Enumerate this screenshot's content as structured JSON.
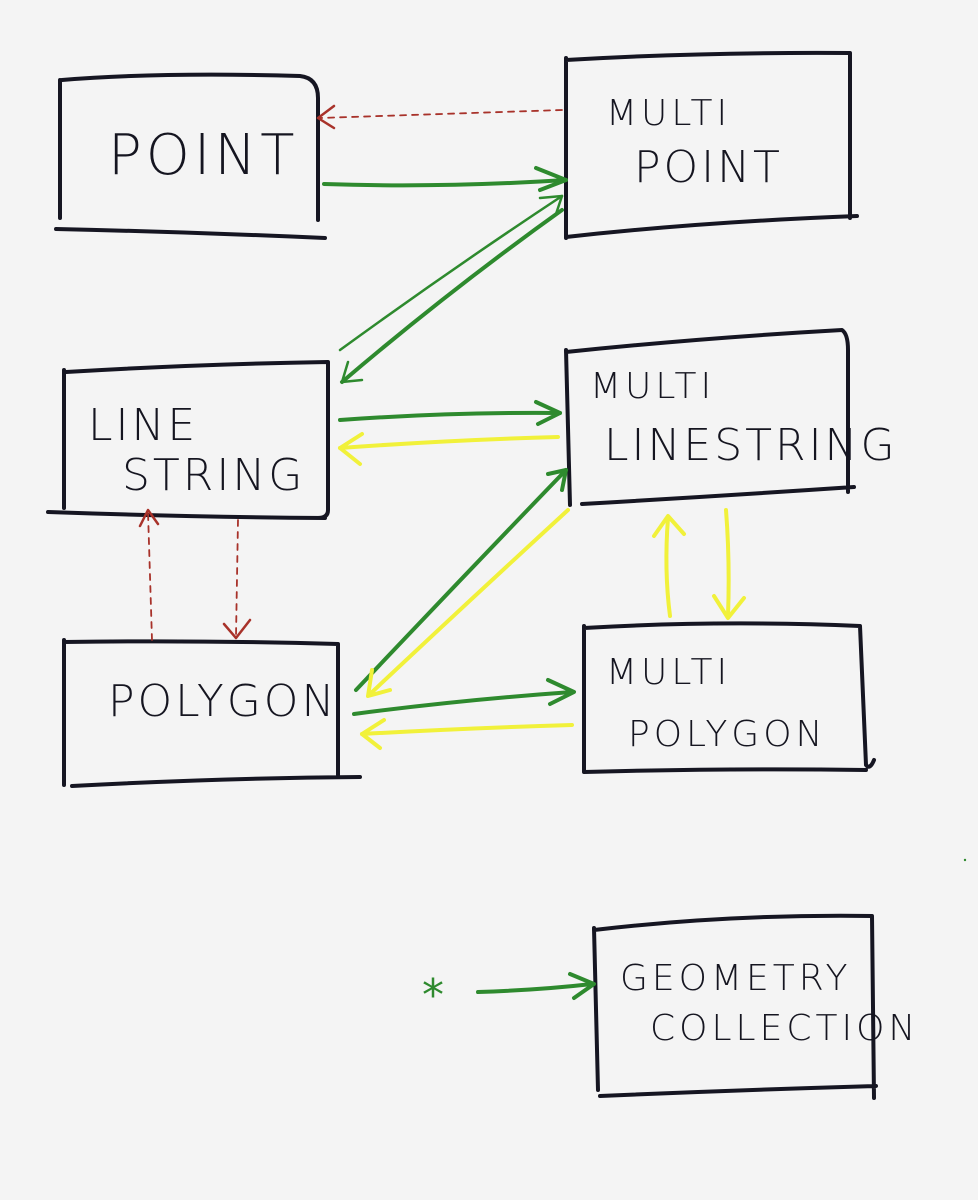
{
  "nodes": {
    "point": {
      "lines": [
        "POINT"
      ]
    },
    "multipoint": {
      "lines": [
        "MULTI",
        "POINT"
      ]
    },
    "linestring": {
      "lines": [
        "LINE",
        "STRING"
      ]
    },
    "multilinestring": {
      "lines": [
        "MULTI",
        "LINESTRING"
      ]
    },
    "polygon": {
      "lines": [
        "POLYGON"
      ]
    },
    "multipolygon": {
      "lines": [
        "MULTI",
        "POLYGON"
      ]
    },
    "geometrycollection": {
      "lines": [
        "GEOMETRY",
        "COLLECTION"
      ]
    }
  },
  "wildcard": "*",
  "colors": {
    "green": "#2e8a2e",
    "yellow": "#f1f13a",
    "red": "#a8322a",
    "ink": "#161622",
    "background": "#f4f4f4"
  },
  "edges": [
    {
      "from": "multipoint",
      "to": "point",
      "color": "red",
      "style": "dashed"
    },
    {
      "from": "point",
      "to": "multipoint",
      "color": "green",
      "style": "solid"
    },
    {
      "from": "linestring",
      "to": "multipoint",
      "color": "green",
      "style": "solid"
    },
    {
      "from": "multipoint",
      "to": "linestring",
      "color": "green",
      "style": "solid"
    },
    {
      "from": "linestring",
      "to": "multilinestring",
      "color": "green",
      "style": "solid"
    },
    {
      "from": "multilinestring",
      "to": "linestring",
      "color": "yellow",
      "style": "solid"
    },
    {
      "from": "polygon",
      "to": "linestring",
      "color": "red",
      "style": "dashed"
    },
    {
      "from": "linestring",
      "to": "polygon",
      "color": "red",
      "style": "dashed"
    },
    {
      "from": "polygon",
      "to": "multilinestring",
      "color": "green",
      "style": "solid"
    },
    {
      "from": "multilinestring",
      "to": "polygon",
      "color": "yellow",
      "style": "solid"
    },
    {
      "from": "polygon",
      "to": "multipolygon",
      "color": "green",
      "style": "solid"
    },
    {
      "from": "multipolygon",
      "to": "polygon",
      "color": "yellow",
      "style": "solid"
    },
    {
      "from": "multipolygon",
      "to": "multilinestring",
      "color": "yellow",
      "style": "solid"
    },
    {
      "from": "multilinestring",
      "to": "multipolygon",
      "color": "yellow",
      "style": "solid"
    },
    {
      "from": "*",
      "to": "geometrycollection",
      "color": "green",
      "style": "solid"
    }
  ]
}
